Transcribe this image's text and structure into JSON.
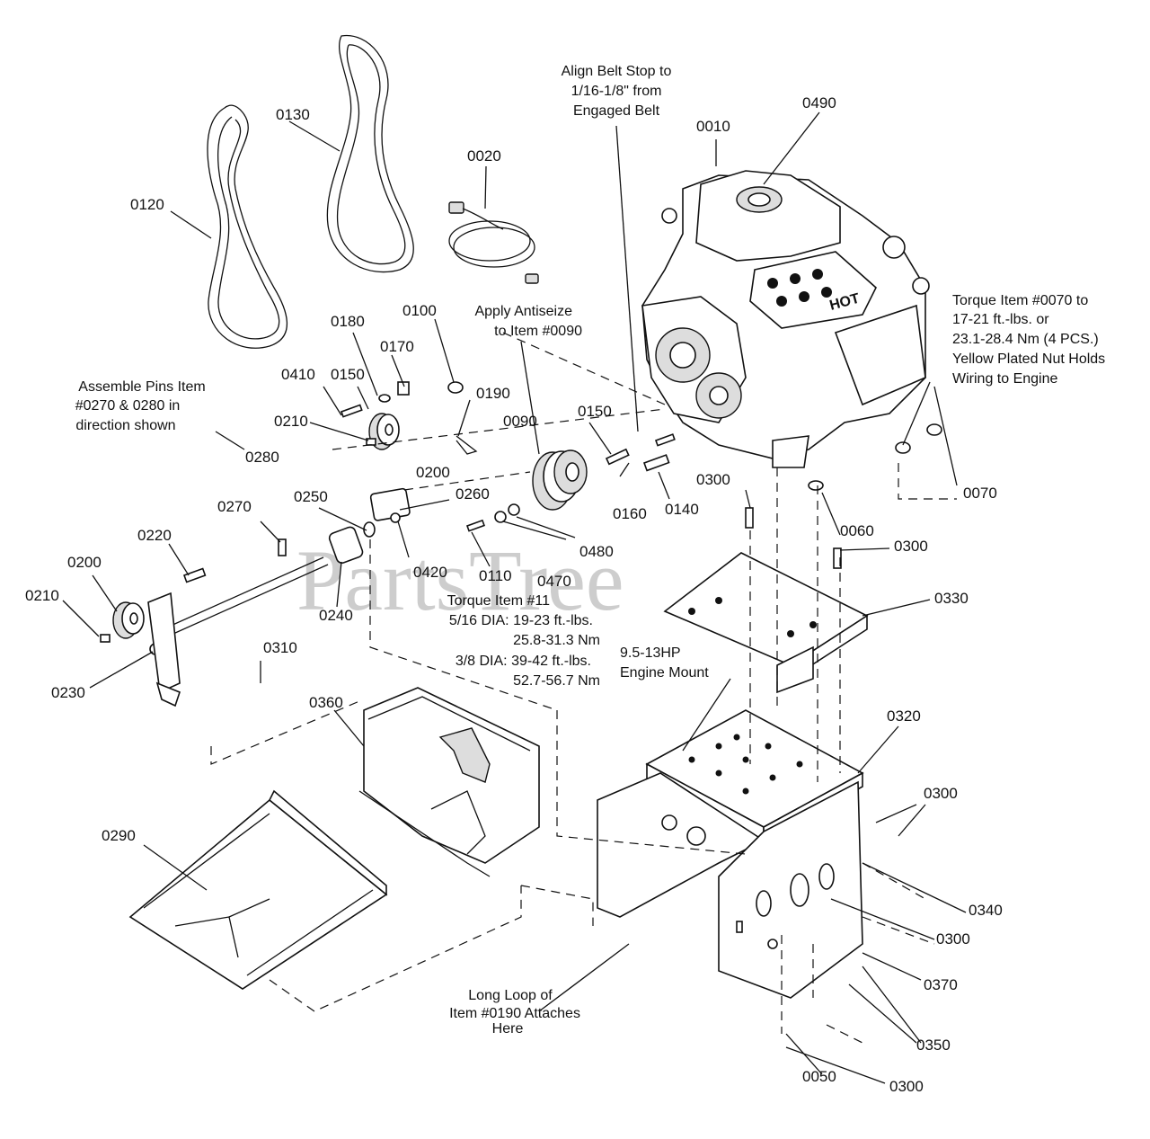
{
  "watermark": "PartsTree",
  "callouts": {
    "c0010": "0010",
    "c0020": "0020",
    "c0050": "0050",
    "c0060": "0060",
    "c0070": "0070",
    "c0090": "0090",
    "c0100": "0100",
    "c0110": "0110",
    "c0120": "0120",
    "c0130": "0130",
    "c0140": "0140",
    "c0150a": "0150",
    "c0150b": "0150",
    "c0160": "0160",
    "c0170": "0170",
    "c0180": "0180",
    "c0190": "0190",
    "c0200a": "0200",
    "c0200b": "0200",
    "c0210a": "0210",
    "c0210b": "0210",
    "c0220": "0220",
    "c0230": "0230",
    "c0240": "0240",
    "c0250": "0250",
    "c0260": "0260",
    "c0270": "0270",
    "c0280": "0280",
    "c0290": "0290",
    "c0300a": "0300",
    "c0300b": "0300",
    "c0300c": "0300",
    "c0300d": "0300",
    "c0300e": "0300",
    "c0310": "0310",
    "c0320": "0320",
    "c0330": "0330",
    "c0340": "0340",
    "c0350": "0350",
    "c0360": "0360",
    "c0370": "0370",
    "c0410": "0410",
    "c0420": "0420",
    "c0470": "0470",
    "c0480": "0480",
    "c0490": "0490"
  },
  "notes": {
    "belt_stop": [
      "Align Belt Stop to",
      "1/16-1/8\" from",
      "Engaged Belt"
    ],
    "antiseize": [
      "Apply Antiseize",
      "to Item #0090"
    ],
    "assemble_pins": [
      "Assemble Pins Item",
      "#0270 & 0280 in",
      "direction shown"
    ],
    "torque_0070": [
      "Torque Item #0070 to",
      "17-21 ft.-lbs. or",
      "23.1-28.4 Nm (4 PCS.)",
      "Yellow Plated Nut Holds",
      "Wiring to Engine"
    ],
    "torque_11": [
      "Torque Item #11",
      "5/16 DIA: 19-23 ft.-lbs.",
      "25.8-31.3 Nm",
      "3/8 DIA: 39-42 ft.-lbs.",
      "52.7-56.7 Nm"
    ],
    "engine_mount": [
      "9.5-13HP",
      "Engine Mount"
    ],
    "long_loop": [
      "Long Loop of",
      "Item #0190 Attaches",
      "Here"
    ]
  },
  "engine_label": "HOT"
}
